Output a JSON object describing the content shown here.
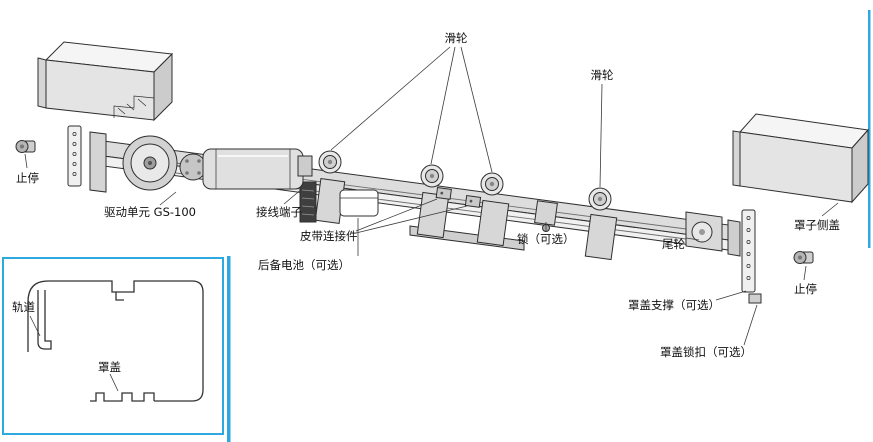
{
  "accent_color": "#2ea9e0",
  "background_color": "#ffffff",
  "labels": {
    "pulley_top": "滑轮",
    "pulley_right": "滑轮",
    "stop_left": "止停",
    "drive_unit": "驱动单元 GS-100",
    "terminal": "接线端子",
    "belt_connector": "皮带连接件",
    "backup_battery": "后备电池（可选）",
    "lock": "锁（可选）",
    "tail_pulley": "尾轮",
    "cover_side_cap": "罩子侧盖",
    "stop_right": "止停",
    "cover_support": "罩盖支撑（可选）",
    "cover_latch": "罩盖锁扣（可选）"
  },
  "inset": {
    "track": "轨道",
    "cover": "罩盖"
  }
}
